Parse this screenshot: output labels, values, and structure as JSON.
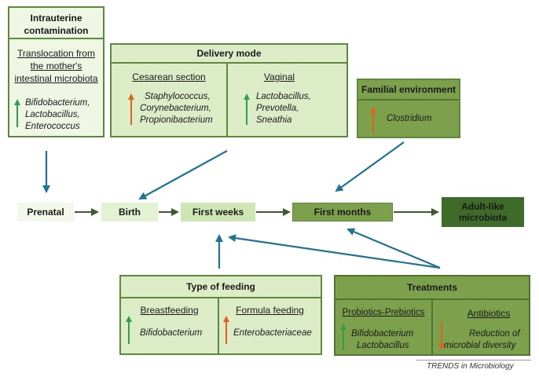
{
  "intrauterine": {
    "title": "Intrauterine contamination",
    "subtitle": "Translocation from the mother's intestinal microbiota",
    "bacteria": [
      "Bifidobacterium,",
      "Lactobacillus,",
      "Enterococcus"
    ],
    "trend": "increase"
  },
  "delivery": {
    "title": "Delivery mode",
    "cesarean": {
      "label": "Cesarean section",
      "bacteria": [
        "Staphylococcus,",
        "Corynebacterium,",
        "Propionibacterium"
      ],
      "trend": "increase"
    },
    "vaginal": {
      "label": "Vaginal",
      "bacteria": [
        "Lactobacillus,",
        "Prevotella,",
        "Sneathia"
      ],
      "trend": "increase"
    }
  },
  "familial": {
    "title": "Familial environment",
    "bacteria": [
      "Clostridium"
    ],
    "trend": "increase"
  },
  "timeline": {
    "stages": [
      "Prenatal",
      "Birth",
      "First weeks",
      "First months",
      "Adult-like microbiota"
    ]
  },
  "feeding": {
    "title": "Type of feeding",
    "breast": {
      "label": "Breastfeeding",
      "bacteria": [
        "Bifidobacterium"
      ],
      "trend": "increase"
    },
    "formula": {
      "label": "Formula feeding",
      "bacteria": [
        "Enterobacteriaceae"
      ],
      "trend": "increase"
    }
  },
  "treatments": {
    "title": "Treatments",
    "probiotics": {
      "label": "Probiotics-Prebiotics",
      "bacteria": [
        "Bifidobacterium",
        "Lactobacillus"
      ],
      "trend": "increase"
    },
    "antibiotics": {
      "label": "Antibiotics",
      "bacteria": [
        "Reduction of",
        "microbial diversity"
      ],
      "trend": "decrease"
    }
  },
  "credit": "TRENDS in Microbiology",
  "colors": {
    "increase": "#2e9e4f",
    "decrease": "#e0601e",
    "connector": "#1f7393",
    "timeline": "#3d5a2a"
  }
}
